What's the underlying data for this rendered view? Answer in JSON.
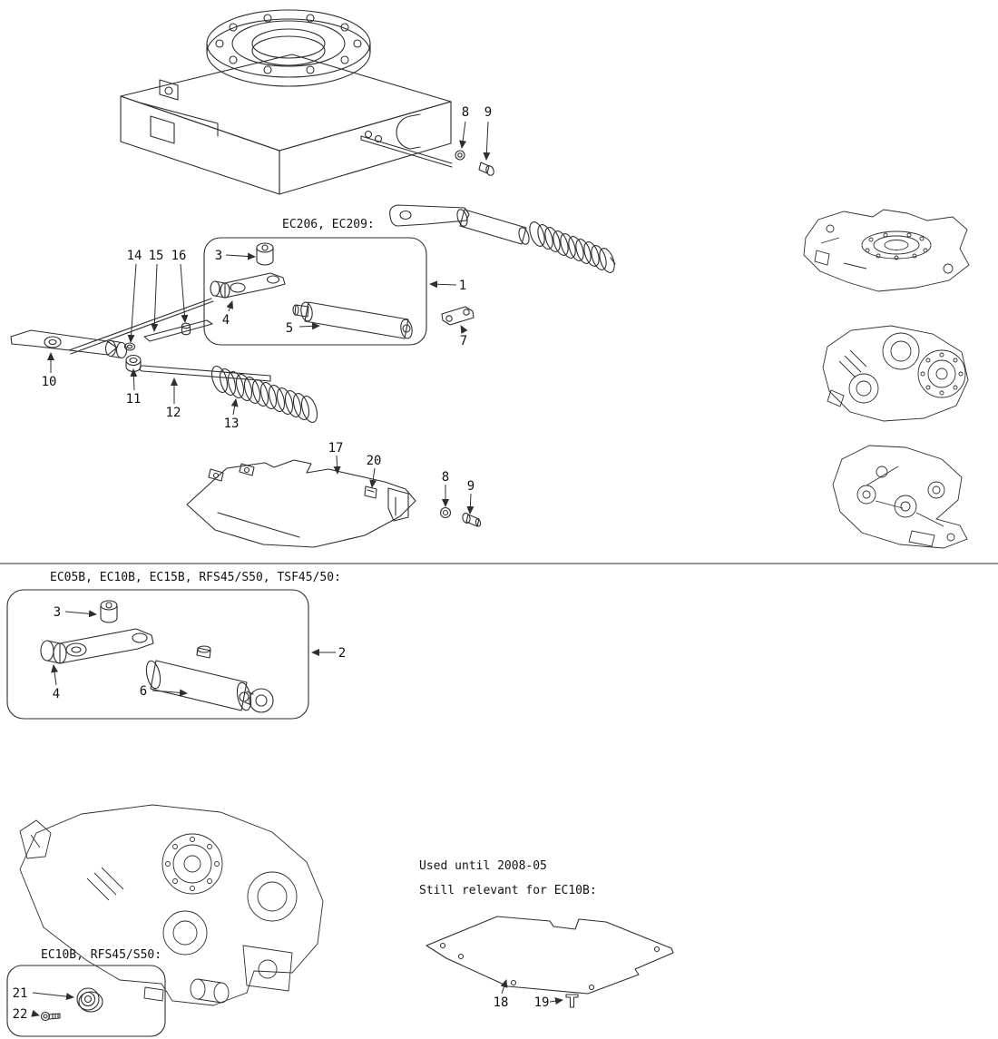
{
  "labels": {
    "group1": "EC206, EC209:",
    "group2": "EC05B, EC10B, EC15B, RFS45/S50, TSF45/50:",
    "group3": "EC10B, RFS45/S50:",
    "note1": "Used until 2008-05",
    "note2": "Still relevant for EC10B:"
  },
  "callouts": [
    "8",
    "9",
    "3",
    "14",
    "15",
    "16",
    "1",
    "4",
    "5",
    "7",
    "10",
    "11",
    "12",
    "13",
    "17",
    "20",
    "8",
    "9",
    "3",
    "2",
    "4",
    "6",
    "21",
    "22",
    "18",
    "19"
  ]
}
